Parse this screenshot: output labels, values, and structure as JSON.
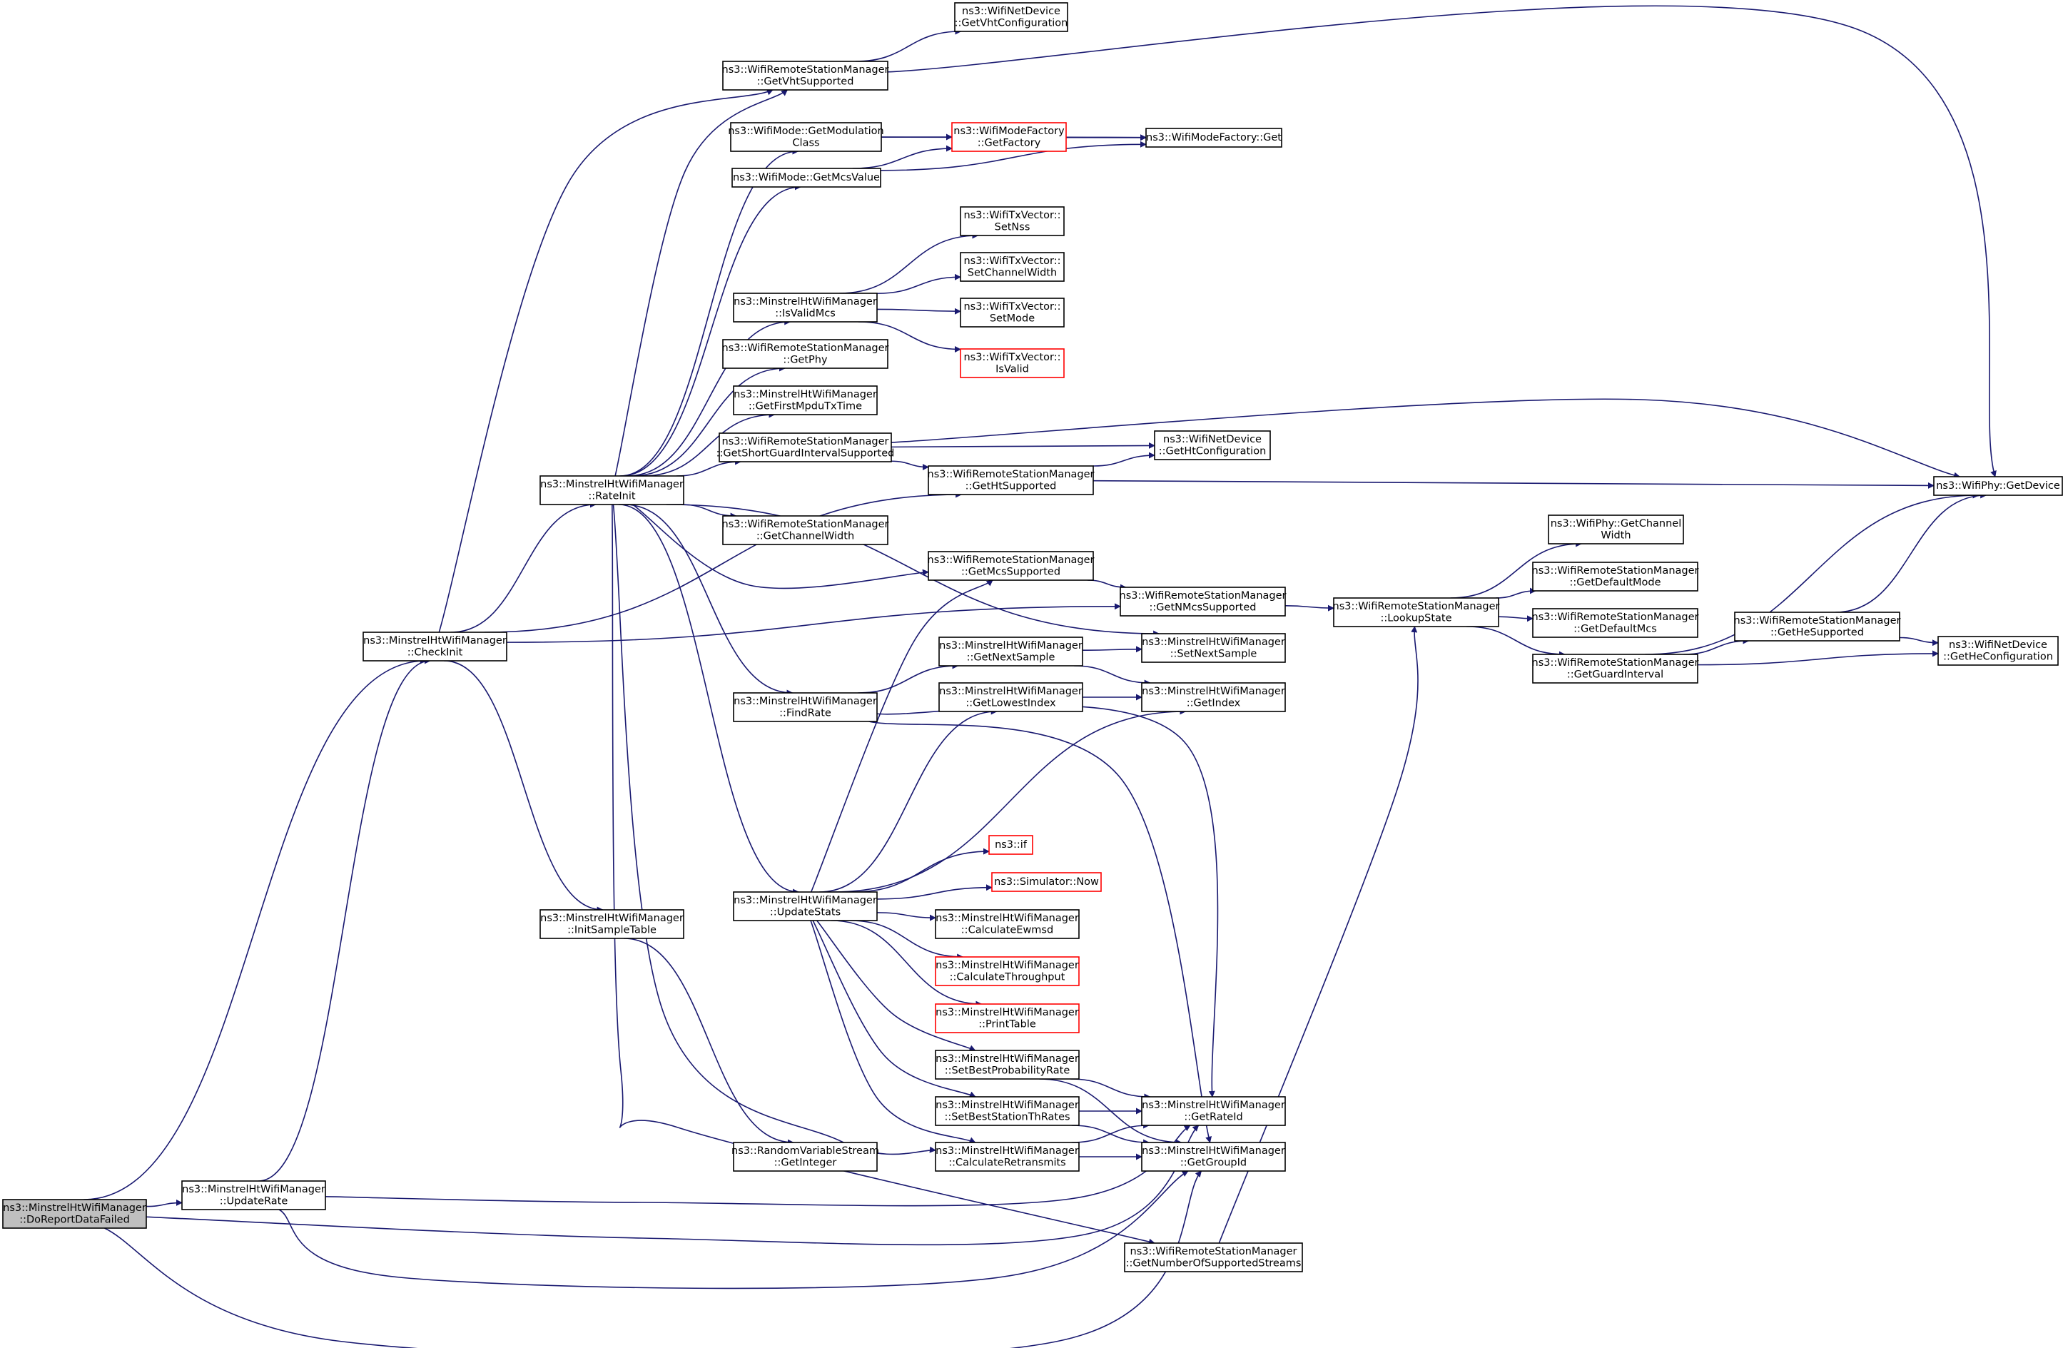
{
  "diagram": {
    "edge_color": "#191970",
    "highlight_fill": "#bfbfbf",
    "warning_border": "#ff0000",
    "nodes": [
      {
        "id": "n_drdf",
        "lines": [
          "ns3::MinstrelHtWifiManager",
          "::DoReportDataFailed"
        ],
        "style": "root"
      },
      {
        "id": "n_ci",
        "lines": [
          "ns3::MinstrelHtWifiManager",
          "::CheckInit"
        ]
      },
      {
        "id": "n_ur",
        "lines": [
          "ns3::MinstrelHtWifiManager",
          "::UpdateRate"
        ]
      },
      {
        "id": "n_ri",
        "lines": [
          "ns3::MinstrelHtWifiManager",
          "::RateInit"
        ]
      },
      {
        "id": "n_ist",
        "lines": [
          "ns3::MinstrelHtWifiManager",
          "::InitSampleTable"
        ]
      },
      {
        "id": "n_gvs",
        "lines": [
          "ns3::WifiRemoteStationManager",
          "::GetVhtSupported"
        ]
      },
      {
        "id": "n_gvc",
        "lines": [
          "ns3::WifiNetDevice",
          "::GetVhtConfiguration"
        ]
      },
      {
        "id": "n_gmc",
        "lines": [
          "ns3::WifiMode::GetModulation",
          "Class"
        ]
      },
      {
        "id": "n_gmv",
        "lines": [
          "ns3::WifiMode::GetMcsValue"
        ]
      },
      {
        "id": "n_wmgf",
        "lines": [
          "ns3::WifiModeFactory",
          "::GetFactory"
        ],
        "style": "red"
      },
      {
        "id": "n_wmg",
        "lines": [
          "ns3::WifiModeFactory::Get"
        ]
      },
      {
        "id": "n_ivm",
        "lines": [
          "ns3::MinstrelHtWifiManager",
          "::IsValidMcs"
        ]
      },
      {
        "id": "n_snss",
        "lines": [
          "ns3::WifiTxVector::",
          "SetNss"
        ]
      },
      {
        "id": "n_scw",
        "lines": [
          "ns3::WifiTxVector::",
          "SetChannelWidth"
        ]
      },
      {
        "id": "n_smode",
        "lines": [
          "ns3::WifiTxVector::",
          "SetMode"
        ]
      },
      {
        "id": "n_isv",
        "lines": [
          "ns3::WifiTxVector::",
          "IsValid"
        ],
        "style": "red"
      },
      {
        "id": "n_gphy",
        "lines": [
          "ns3::WifiRemoteStationManager",
          "::GetPhy"
        ]
      },
      {
        "id": "n_gfmt",
        "lines": [
          "ns3::MinstrelHtWifiManager",
          "::GetFirstMpduTxTime"
        ]
      },
      {
        "id": "n_gsgi",
        "lines": [
          "ns3::WifiRemoteStationManager",
          "::GetShortGuardIntervalSupported"
        ]
      },
      {
        "id": "n_ghtc",
        "lines": [
          "ns3::WifiNetDevice",
          "::GetHtConfiguration"
        ]
      },
      {
        "id": "n_ghs",
        "lines": [
          "ns3::WifiRemoteStationManager",
          "::GetHtSupported"
        ]
      },
      {
        "id": "n_gdev",
        "lines": [
          "ns3::WifiPhy::GetDevice"
        ]
      },
      {
        "id": "n_gcw",
        "lines": [
          "ns3::WifiRemoteStationManager",
          "::GetChannelWidth"
        ]
      },
      {
        "id": "n_gms",
        "lines": [
          "ns3::WifiRemoteStationManager",
          "::GetMcsSupported"
        ]
      },
      {
        "id": "n_gnms",
        "lines": [
          "ns3::WifiRemoteStationManager",
          "::GetNMcsSupported"
        ]
      },
      {
        "id": "n_ls",
        "lines": [
          "ns3::WifiRemoteStationManager",
          "::LookupState"
        ]
      },
      {
        "id": "n_gcwp",
        "lines": [
          "ns3::WifiPhy::GetChannel",
          "Width"
        ]
      },
      {
        "id": "n_gdm",
        "lines": [
          "ns3::WifiRemoteStationManager",
          "::GetDefaultMode"
        ]
      },
      {
        "id": "n_gdmcs",
        "lines": [
          "ns3::WifiRemoteStationManager",
          "::GetDefaultMcs"
        ]
      },
      {
        "id": "n_ggi",
        "lines": [
          "ns3::WifiRemoteStationManager",
          "::GetGuardInterval"
        ]
      },
      {
        "id": "n_ghes",
        "lines": [
          "ns3::WifiRemoteStationManager",
          "::GetHeSupported"
        ]
      },
      {
        "id": "n_ghec",
        "lines": [
          "ns3::WifiNetDevice",
          "::GetHeConfiguration"
        ]
      },
      {
        "id": "n_gns",
        "lines": [
          "ns3::MinstrelHtWifiManager",
          "::GetNextSample"
        ]
      },
      {
        "id": "n_sns",
        "lines": [
          "ns3::MinstrelHtWifiManager",
          "::SetNextSample"
        ]
      },
      {
        "id": "n_gli",
        "lines": [
          "ns3::MinstrelHtWifiManager",
          "::GetLowestIndex"
        ]
      },
      {
        "id": "n_gidx",
        "lines": [
          "ns3::MinstrelHtWifiManager",
          "::GetIndex"
        ]
      },
      {
        "id": "n_fr",
        "lines": [
          "ns3::MinstrelHtWifiManager",
          "::FindRate"
        ]
      },
      {
        "id": "n_if",
        "lines": [
          "ns3::if"
        ],
        "style": "red"
      },
      {
        "id": "n_now",
        "lines": [
          "ns3::Simulator::Now"
        ],
        "style": "red"
      },
      {
        "id": "n_us",
        "lines": [
          "ns3::MinstrelHtWifiManager",
          "::UpdateStats"
        ]
      },
      {
        "id": "n_cew",
        "lines": [
          "ns3::MinstrelHtWifiManager",
          "::CalculateEwmsd"
        ]
      },
      {
        "id": "n_cth",
        "lines": [
          "ns3::MinstrelHtWifiManager",
          "::CalculateThroughput"
        ],
        "style": "red"
      },
      {
        "id": "n_pt",
        "lines": [
          "ns3::MinstrelHtWifiManager",
          "::PrintTable"
        ],
        "style": "red"
      },
      {
        "id": "n_sbpr",
        "lines": [
          "ns3::MinstrelHtWifiManager",
          "::SetBestProbabilityRate"
        ]
      },
      {
        "id": "n_sbst",
        "lines": [
          "ns3::MinstrelHtWifiManager",
          "::SetBestStationThRates"
        ]
      },
      {
        "id": "n_crt",
        "lines": [
          "ns3::MinstrelHtWifiManager",
          "::CalculateRetransmits"
        ]
      },
      {
        "id": "n_grid",
        "lines": [
          "ns3::MinstrelHtWifiManager",
          "::GetRateId"
        ]
      },
      {
        "id": "n_ggid",
        "lines": [
          "ns3::MinstrelHtWifiManager",
          "::GetGroupId"
        ]
      },
      {
        "id": "n_rvs",
        "lines": [
          "ns3::RandomVariableStream",
          "::GetInteger"
        ]
      },
      {
        "id": "n_gnss",
        "lines": [
          "ns3::WifiRemoteStationManager",
          "::GetNumberOfSupportedStreams"
        ]
      }
    ],
    "edges": [
      [
        "n_drdf",
        "n_ur"
      ],
      [
        "n_drdf",
        "n_ci"
      ],
      [
        "n_drdf",
        "n_grid"
      ],
      [
        "n_drdf",
        "n_ggid"
      ],
      [
        "n_ur",
        "n_ci"
      ],
      [
        "n_ur",
        "n_grid"
      ],
      [
        "n_ur",
        "n_ggid"
      ],
      [
        "n_ci",
        "n_gvs"
      ],
      [
        "n_ci",
        "n_ri"
      ],
      [
        "n_ci",
        "n_ist"
      ],
      [
        "n_ci",
        "n_ghs"
      ],
      [
        "n_ci",
        "n_gnms"
      ],
      [
        "n_ist",
        "n_rvs"
      ],
      [
        "n_gvs",
        "n_gvc"
      ],
      [
        "n_gvs",
        "n_gdev"
      ],
      [
        "n_ri",
        "n_gvs"
      ],
      [
        "n_ri",
        "n_gmc"
      ],
      [
        "n_ri",
        "n_gmv"
      ],
      [
        "n_ri",
        "n_ivm"
      ],
      [
        "n_ri",
        "n_gphy"
      ],
      [
        "n_ri",
        "n_gfmt"
      ],
      [
        "n_ri",
        "n_gsgi"
      ],
      [
        "n_ri",
        "n_gcw"
      ],
      [
        "n_ri",
        "n_gms"
      ],
      [
        "n_ri",
        "n_sns"
      ],
      [
        "n_ri",
        "n_fr"
      ],
      [
        "n_ri",
        "n_us"
      ],
      [
        "n_ri",
        "n_crt"
      ],
      [
        "n_ri",
        "n_gnss"
      ],
      [
        "n_gmc",
        "n_wmgf"
      ],
      [
        "n_gmc",
        "n_wmg"
      ],
      [
        "n_gmv",
        "n_wmgf"
      ],
      [
        "n_gmv",
        "n_wmg"
      ],
      [
        "n_wmgf",
        "n_wmg"
      ],
      [
        "n_ivm",
        "n_snss"
      ],
      [
        "n_ivm",
        "n_scw"
      ],
      [
        "n_ivm",
        "n_smode"
      ],
      [
        "n_ivm",
        "n_isv"
      ],
      [
        "n_gsgi",
        "n_ghtc"
      ],
      [
        "n_gsgi",
        "n_ghs"
      ],
      [
        "n_gsgi",
        "n_gdev"
      ],
      [
        "n_ghs",
        "n_ghtc"
      ],
      [
        "n_ghs",
        "n_gdev"
      ],
      [
        "n_gms",
        "n_gnms"
      ],
      [
        "n_gnms",
        "n_ls"
      ],
      [
        "n_ls",
        "n_gcwp"
      ],
      [
        "n_ls",
        "n_gdm"
      ],
      [
        "n_ls",
        "n_gdmcs"
      ],
      [
        "n_ls",
        "n_ggi"
      ],
      [
        "n_ggi",
        "n_gdev"
      ],
      [
        "n_ggi",
        "n_ghes"
      ],
      [
        "n_ggi",
        "n_ghec"
      ],
      [
        "n_ghes",
        "n_gdev"
      ],
      [
        "n_ghes",
        "n_ghec"
      ],
      [
        "n_fr",
        "n_gns"
      ],
      [
        "n_fr",
        "n_grid"
      ],
      [
        "n_fr",
        "n_ggid"
      ],
      [
        "n_gns",
        "n_sns"
      ],
      [
        "n_gns",
        "n_gidx"
      ],
      [
        "n_gli",
        "n_gidx"
      ],
      [
        "n_us",
        "n_gms"
      ],
      [
        "n_us",
        "n_gli"
      ],
      [
        "n_us",
        "n_gidx"
      ],
      [
        "n_us",
        "n_if"
      ],
      [
        "n_us",
        "n_now"
      ],
      [
        "n_us",
        "n_cew"
      ],
      [
        "n_us",
        "n_cth"
      ],
      [
        "n_us",
        "n_pt"
      ],
      [
        "n_us",
        "n_sbpr"
      ],
      [
        "n_us",
        "n_sbst"
      ],
      [
        "n_us",
        "n_crt"
      ],
      [
        "n_sbpr",
        "n_grid"
      ],
      [
        "n_sbpr",
        "n_ggid"
      ],
      [
        "n_sbst",
        "n_grid"
      ],
      [
        "n_sbst",
        "n_ggid"
      ],
      [
        "n_crt",
        "n_grid"
      ],
      [
        "n_crt",
        "n_ggid"
      ],
      [
        "n_gnss",
        "n_ls"
      ]
    ]
  }
}
